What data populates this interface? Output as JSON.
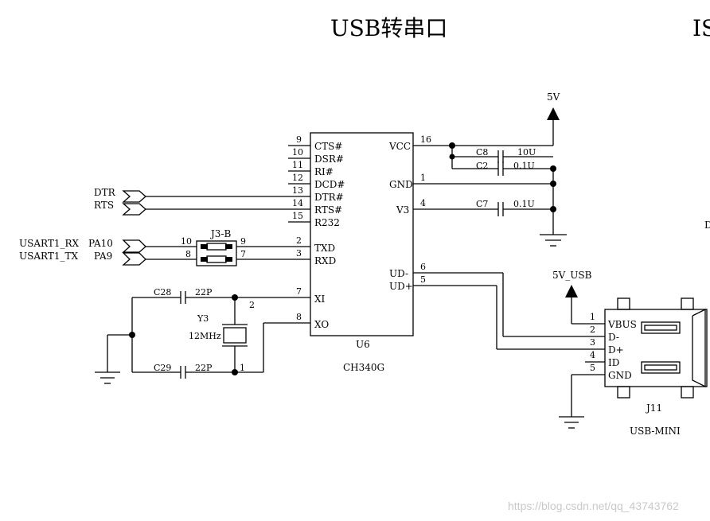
{
  "title": "USB转串口",
  "title_right_fragment": "IS",
  "side_fragment": "D",
  "watermark": "https://blog.csdn.net/qq_43743762",
  "power": {
    "top_5v": "5V",
    "usb_5v": "5V_USB"
  },
  "u6": {
    "ref": "U6",
    "part": "CH340G",
    "left_pins": [
      {
        "num": "9",
        "name": "CTS#"
      },
      {
        "num": "10",
        "name": "DSR#"
      },
      {
        "num": "11",
        "name": "RI#"
      },
      {
        "num": "12",
        "name": "DCD#"
      },
      {
        "num": "13",
        "name": "DTR#"
      },
      {
        "num": "14",
        "name": "RTS#"
      },
      {
        "num": "15",
        "name": "R232"
      },
      {
        "num": "2",
        "name": "TXD"
      },
      {
        "num": "3",
        "name": "RXD"
      },
      {
        "num": "7",
        "name": "XI"
      },
      {
        "num": "8",
        "name": "XO"
      }
    ],
    "right_pins": [
      {
        "num": "16",
        "name": "VCC"
      },
      {
        "num": "1",
        "name": "GND"
      },
      {
        "num": "4",
        "name": "V3"
      },
      {
        "num": "6",
        "name": "UD-"
      },
      {
        "num": "5",
        "name": "UD+"
      }
    ]
  },
  "caps": {
    "c8": {
      "ref": "C8",
      "value": "10U"
    },
    "c2": {
      "ref": "C2",
      "value": "0.1U"
    },
    "c7": {
      "ref": "C7",
      "value": "0.1U"
    },
    "c28": {
      "ref": "C28",
      "value": "22P"
    },
    "c29": {
      "ref": "C29",
      "value": "22P"
    }
  },
  "crystal": {
    "ref": "Y3",
    "freq": "12MHz",
    "pin_top": "2",
    "pin_bottom": "1"
  },
  "ports": {
    "dtr": "DTR",
    "rts": "RTS",
    "usart_rx": "USART1_RX",
    "usart_tx": "USART1_TX",
    "pa10": "PA10",
    "pa9": "PA9"
  },
  "jumper": {
    "ref": "J3-B",
    "pins": [
      "10",
      "9",
      "8",
      "7"
    ]
  },
  "j11": {
    "ref": "J11",
    "part": "USB-MINI",
    "pins": [
      {
        "num": "1",
        "name": "VBUS"
      },
      {
        "num": "2",
        "name": "D-"
      },
      {
        "num": "3",
        "name": "D+"
      },
      {
        "num": "4",
        "name": "ID"
      },
      {
        "num": "5",
        "name": "GND"
      }
    ]
  }
}
